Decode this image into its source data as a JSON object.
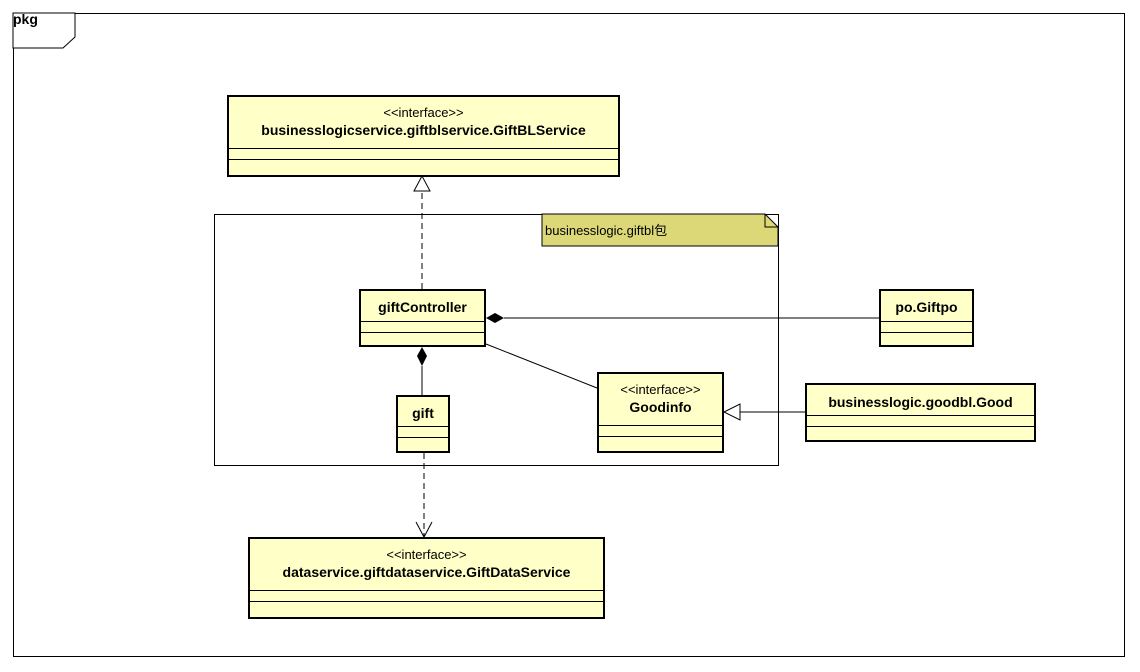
{
  "frame": {
    "label": "pkg"
  },
  "package": {
    "label": "businesslogic.giftbl包"
  },
  "classes": {
    "gift_bl_service": {
      "stereotype": "<<interface>>",
      "name": "businesslogicservice.giftblservice.GiftBLService"
    },
    "gift_controller": {
      "stereotype": "",
      "name": "giftController"
    },
    "gift": {
      "stereotype": "",
      "name": "gift"
    },
    "goodinfo": {
      "stereotype": "<<interface>>",
      "name": "Goodinfo"
    },
    "giftpo": {
      "stereotype": "",
      "name": "po.Giftpo"
    },
    "good": {
      "stereotype": "",
      "name": "businesslogic.goodbl.Good"
    },
    "gift_data_service": {
      "stereotype": "<<interface>>",
      "name": "dataservice.giftdataservice.GiftDataService"
    }
  },
  "colors": {
    "class_fill": "#ffffc8",
    "note_fill": "#dcd878",
    "line": "#000000"
  }
}
